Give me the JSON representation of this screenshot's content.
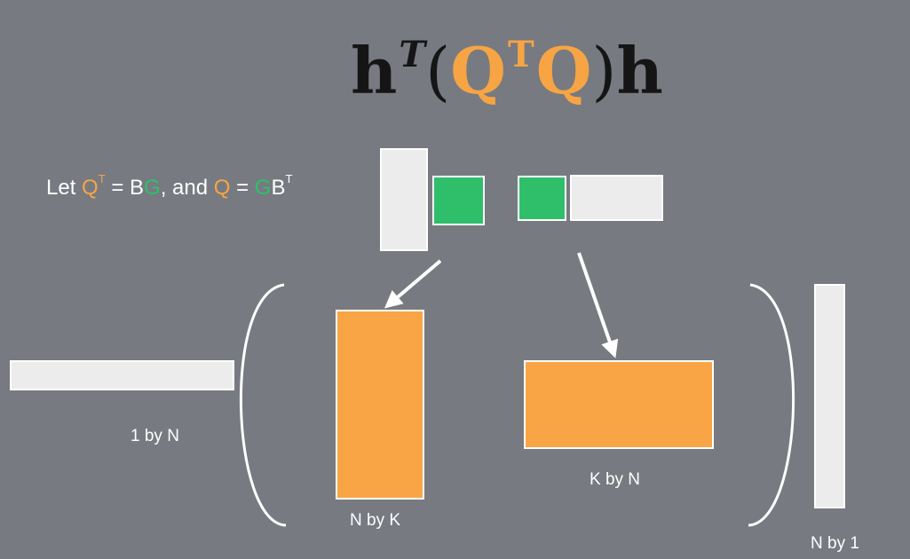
{
  "formula": {
    "h_left": "h",
    "sup_T_italic": "T",
    "open_paren": "(",
    "Q1": "Q",
    "sup_T": "T",
    "Q2": "Q",
    "close_paren": ")",
    "h_right": "h"
  },
  "let_statement": {
    "prefix": "Let ",
    "Q1": "Q",
    "sup1": "T",
    "eq1": " = B",
    "G1": "G",
    "middle": ", and ",
    "Q2": "Q",
    "eq2": " = ",
    "G2": "G",
    "B2": "B",
    "sup2": "T"
  },
  "labels": {
    "row_vector": "1 by N",
    "left_matrix": "N by K",
    "right_matrix": "K by N",
    "column_vector": "N by 1"
  },
  "colors": {
    "background": "#777a80",
    "orange": "#f6a444",
    "green": "#2fbf6b",
    "gray": "#ececec"
  }
}
